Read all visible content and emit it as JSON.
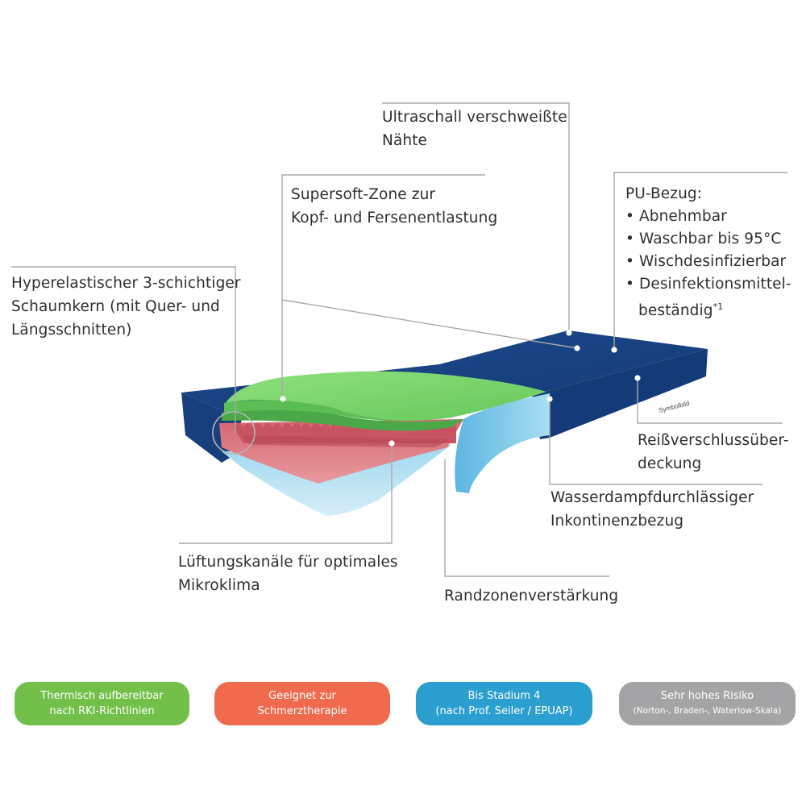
{
  "labels": {
    "ultraschall": [
      "Ultraschall verschweißte",
      "Nähte"
    ],
    "supersoft": [
      "Supersoft-Zone zur",
      "Kopf- und Fersenentlastung"
    ],
    "pu": {
      "title": "PU-Bezug:",
      "items": [
        "• Abnehmbar",
        "• Waschbar bis 95°C",
        "• Wischdesinfizierbar",
        "• Desinfektionsmittel-"
      ],
      "cont": "beständig",
      "sup": "*1"
    },
    "hyper": [
      "Hyperelastischer 3-schichtiger",
      "Schaumkern (mit Quer- und",
      "Längsschnitten)"
    ],
    "reiss": [
      "Reißverschlussüber-",
      "deckung"
    ],
    "wasser": [
      "Wasserdampfdurchlässiger",
      "Inkontinenzbezug"
    ],
    "lueftung": [
      "Lüftungskanäle für optimales",
      "Mikroklima"
    ],
    "randzone": "Randzonenverstärkung",
    "symbolbild": "Symbolbild"
  },
  "badges": [
    {
      "line1": "Thermisch aufbereitbar",
      "line2": "nach RKI-Richtlinien",
      "color": "#72c04a"
    },
    {
      "line1": "Geeignet zur",
      "line2": "Schmerztherapie",
      "color": "#f06a4e"
    },
    {
      "line1": "Bis Stadium 4",
      "line2": "(nach Prof. Seiler / EPUAP)",
      "color": "#2a9fd0"
    },
    {
      "line1": "Sehr hohes Risiko",
      "line2": "(Norton-, Braden-, Waterlow-Skala)",
      "color": "#a4a4a6"
    }
  ],
  "colors": {
    "cover": "#173f7e",
    "green": "#7dd86c",
    "red": "#d9707a",
    "lightblue": "#8fd0ea",
    "leader": "#a9a9a9"
  }
}
